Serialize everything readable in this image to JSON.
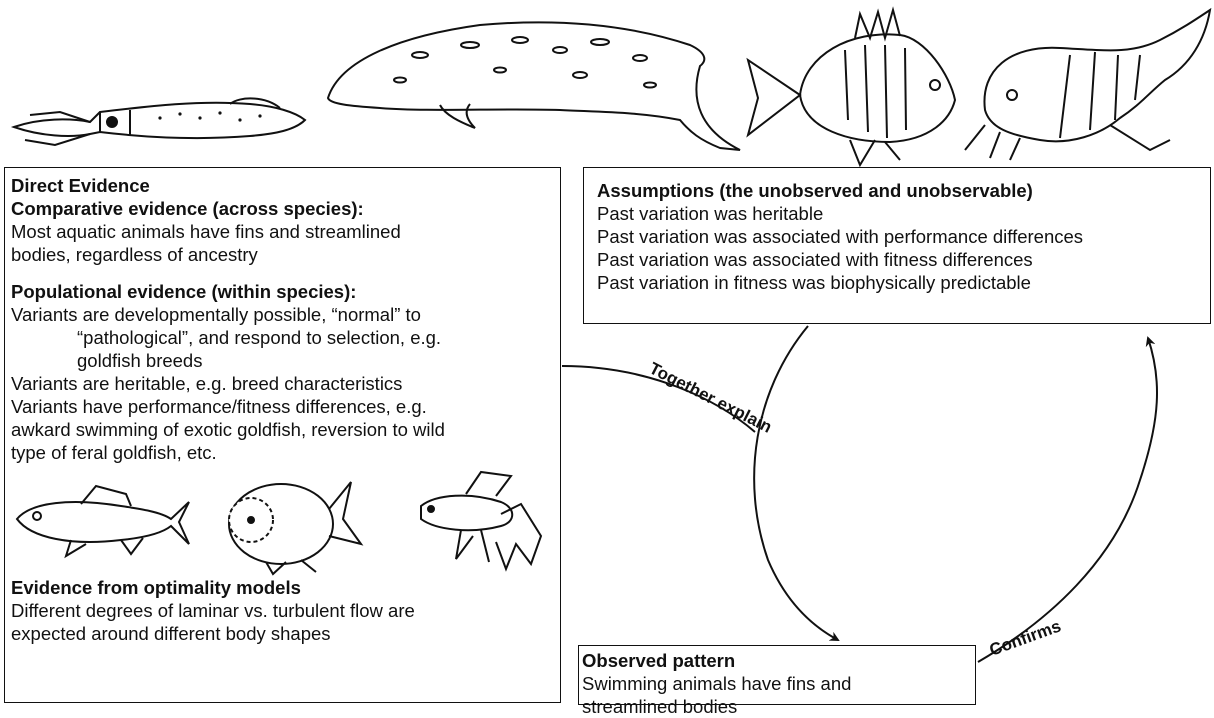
{
  "direct": {
    "heading": "Direct Evidence",
    "comparative_title": "Comparative evidence (across species):",
    "comparative_lines": [
      "Most aquatic animals have fins and streamlined",
      "bodies, regardless of ancestry"
    ],
    "populational_title": "Populational evidence (within species):",
    "populational_lines": [
      "Variants are developmentally possible, “normal” to",
      "“pathological”, and respond to selection, e.g.",
      "goldfish breeds",
      "Variants are heritable, e.g. breed characteristics",
      "Variants have performance/fitness differences, e.g.",
      "awkard swimming of exotic goldfish,  reversion to wild",
      "type of feral goldfish, etc."
    ],
    "optimality_title": "Evidence from optimality models",
    "optimality_lines": [
      "Different degrees of laminar vs. turbulent flow are",
      "expected around different body shapes"
    ]
  },
  "assumptions": {
    "title": "Assumptions (the unobserved and unobservable)",
    "lines": [
      "Past variation was heritable",
      "Past variation was associated with performance differences",
      "Past variation was associated with fitness differences",
      "Past variation in fitness was biophysically predictable"
    ]
  },
  "observed": {
    "title": "Observed pattern",
    "lines": [
      "Swimming animals have fins and",
      "streamlined bodies"
    ]
  },
  "arrows": {
    "together_explain": "Together explain",
    "confirms": "Confirms"
  },
  "illustrations": {
    "top": [
      "squid-drawing",
      "whale-drawing",
      "spiny-fish-drawing",
      "sea-scorpion-drawing"
    ],
    "goldfish": [
      "wild-goldfish-drawing",
      "bubble-eye-goldfish-drawing",
      "fancy-goldfish-drawing"
    ]
  }
}
